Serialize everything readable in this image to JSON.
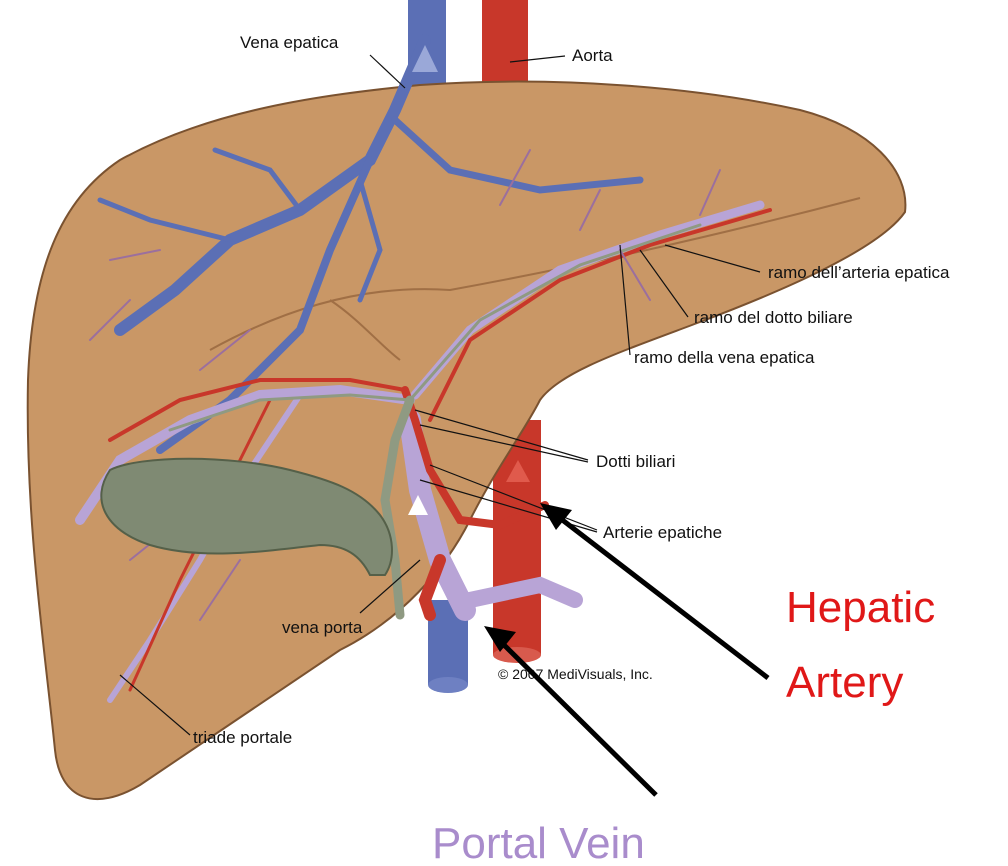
{
  "labels": {
    "vena_epatica": "Vena epatica",
    "aorta": "Aorta",
    "ramo_arteria": "ramo dell’arteria epatica",
    "ramo_dotto": "ramo del dotto biliare",
    "ramo_vena": "ramo della vena epatica",
    "dotti_biliari": "Dotti biliari",
    "arterie_epatiche": "Arterie epatiche",
    "vena_porta": "vena porta",
    "triade_portale": "triade portale",
    "copyright": "© 2007 MediVisuals, Inc."
  },
  "annotations": {
    "hepatic_line1": "Hepatic",
    "hepatic_line2": "Artery",
    "portal_vein": "Portal Vein"
  },
  "colors": {
    "liver": "#c99766",
    "liver_dark": "#a06f45",
    "vein_blue": "#5b6fb5",
    "artery_red": "#c8372a",
    "portal_lilac": "#b8a4d6",
    "bile_green": "#8f9a82",
    "gallbladder": "#7f8a73",
    "hepatic_artery_text": "#e01818",
    "portal_vein_text": "#a98ccc"
  }
}
